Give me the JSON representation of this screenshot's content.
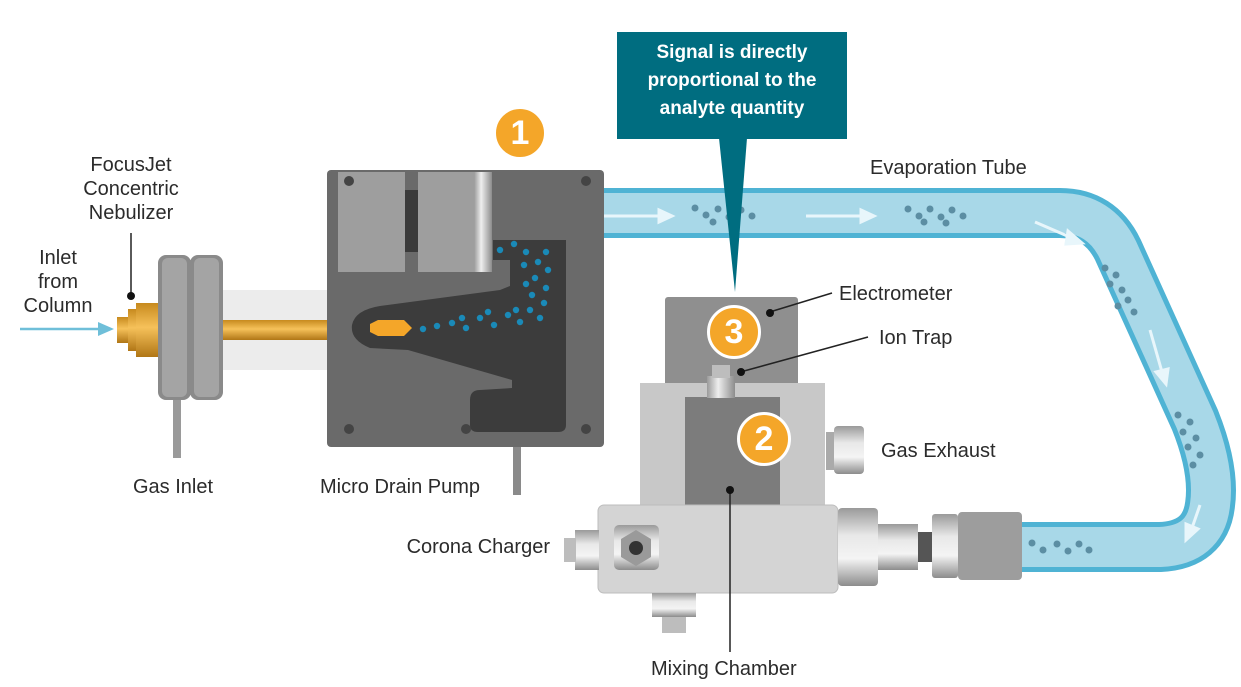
{
  "labels": {
    "nebulizer": "FocusJet\nConcentric\nNebulizer",
    "inlet": "Inlet\nfrom\nColumn",
    "gas_inlet": "Gas Inlet",
    "micro_drain_pump": "Micro Drain Pump",
    "evaporation_tube": "Evaporation Tube",
    "electrometer": "Electrometer",
    "ion_trap": "Ion Trap",
    "gas_exhaust": "Gas Exhaust",
    "corona_charger": "Corona Charger",
    "mixing_chamber": "Mixing Chamber"
  },
  "callout": {
    "text": "Signal is directly\nproportional to the\nanalyte quantity"
  },
  "steps": {
    "one": "1",
    "two": "2",
    "three": "3"
  },
  "colors": {
    "tube_fill": "#9fd3e3",
    "tube_edge": "#4fb3d4",
    "droplet": "#1a8ab8",
    "accent_orange": "#f4a629",
    "callout_bg": "#006d80",
    "pump_dark": "#4a4a4a",
    "metal_light": "#d9d9d9"
  }
}
